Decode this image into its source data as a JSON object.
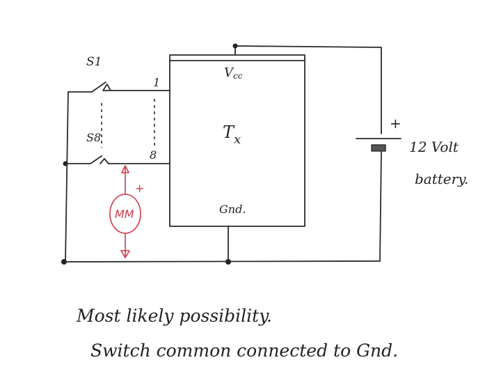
{
  "labels": {
    "switch_first": "S1",
    "switch_last": "S8",
    "pin_first": "1",
    "pin_last": "8",
    "vcc_v": "V",
    "vcc_sub": "cc",
    "tx_t": "T",
    "tx_x": "x",
    "gnd": "Gnd.",
    "battery_plus": "+",
    "battery_line1": "12 Volt",
    "battery_line2": "battery.",
    "meter": "MM",
    "meter_plus": "+"
  },
  "caption": {
    "line1": "Most likely possibility.",
    "line2": "Switch common connected to Gnd."
  },
  "colors": {
    "ink": "#2a2a2a",
    "meter": "#d03a4a"
  }
}
